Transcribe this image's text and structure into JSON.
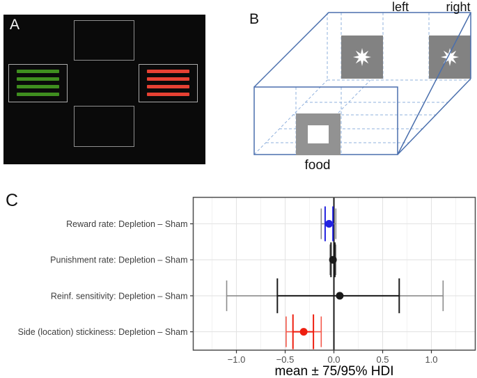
{
  "panel_a": {
    "label": "A",
    "background": "#0a0a0a",
    "frame_color": "#8f8f8f",
    "green_grating_color": "#3f8e1f",
    "red_grating_color": "#e74133",
    "n_stripes": 4
  },
  "panel_b": {
    "label": "B",
    "left_label": "left",
    "right_label": "right",
    "food_label": "food",
    "box_color": "#4a6fad",
    "grid_dash_color": "#8fb0dd",
    "cue_square_color": "#828282",
    "food_port_color": "#929292",
    "star_color": "#ffffff"
  },
  "panel_c": {
    "label": "C"
  },
  "chart_data": {
    "type": "forest",
    "xlabel": "mean ± 75/95% HDI",
    "x_ticks": [
      -1.0,
      -0.5,
      0.0,
      0.5,
      1.0
    ],
    "x_tick_labels": [
      "−1.0",
      "−0.5",
      "0.0",
      "0.5",
      "1.0"
    ],
    "x_minor_ticks": [
      -1.25,
      -0.75,
      -0.25,
      0.25,
      0.75,
      1.25
    ],
    "xlim": [
      -1.443,
      1.45
    ],
    "zero_line": 0,
    "grid": true,
    "rows": [
      {
        "label": "Reward rate: Depletion – Sham",
        "mean": -0.05,
        "hdi75": [
          -0.09,
          -0.01
        ],
        "hdi95": [
          -0.13,
          0.02
        ],
        "color": "#2222e0",
        "outer_color": "#8c8c8c"
      },
      {
        "label": "Punishment rate: Depletion – Sham",
        "mean": -0.01,
        "hdi75": [
          -0.03,
          0.01
        ],
        "hdi95": [
          -0.04,
          0.02
        ],
        "color": "#1a1a1a",
        "outer_color": "#8c8c8c"
      },
      {
        "label": "Reinf. sensitivity: Depletion – Sham",
        "mean": 0.06,
        "hdi75": [
          -0.58,
          0.67
        ],
        "hdi95": [
          -1.1,
          1.12
        ],
        "color": "#1a1a1a",
        "outer_color": "#8c8c8c"
      },
      {
        "label": "Side (location) stickiness: Depletion – Sham",
        "mean": -0.31,
        "hdi75": [
          -0.42,
          -0.21
        ],
        "hdi95": [
          -0.49,
          -0.13
        ],
        "color": "#ee1f10",
        "outer_color": "#f4594b"
      }
    ]
  }
}
